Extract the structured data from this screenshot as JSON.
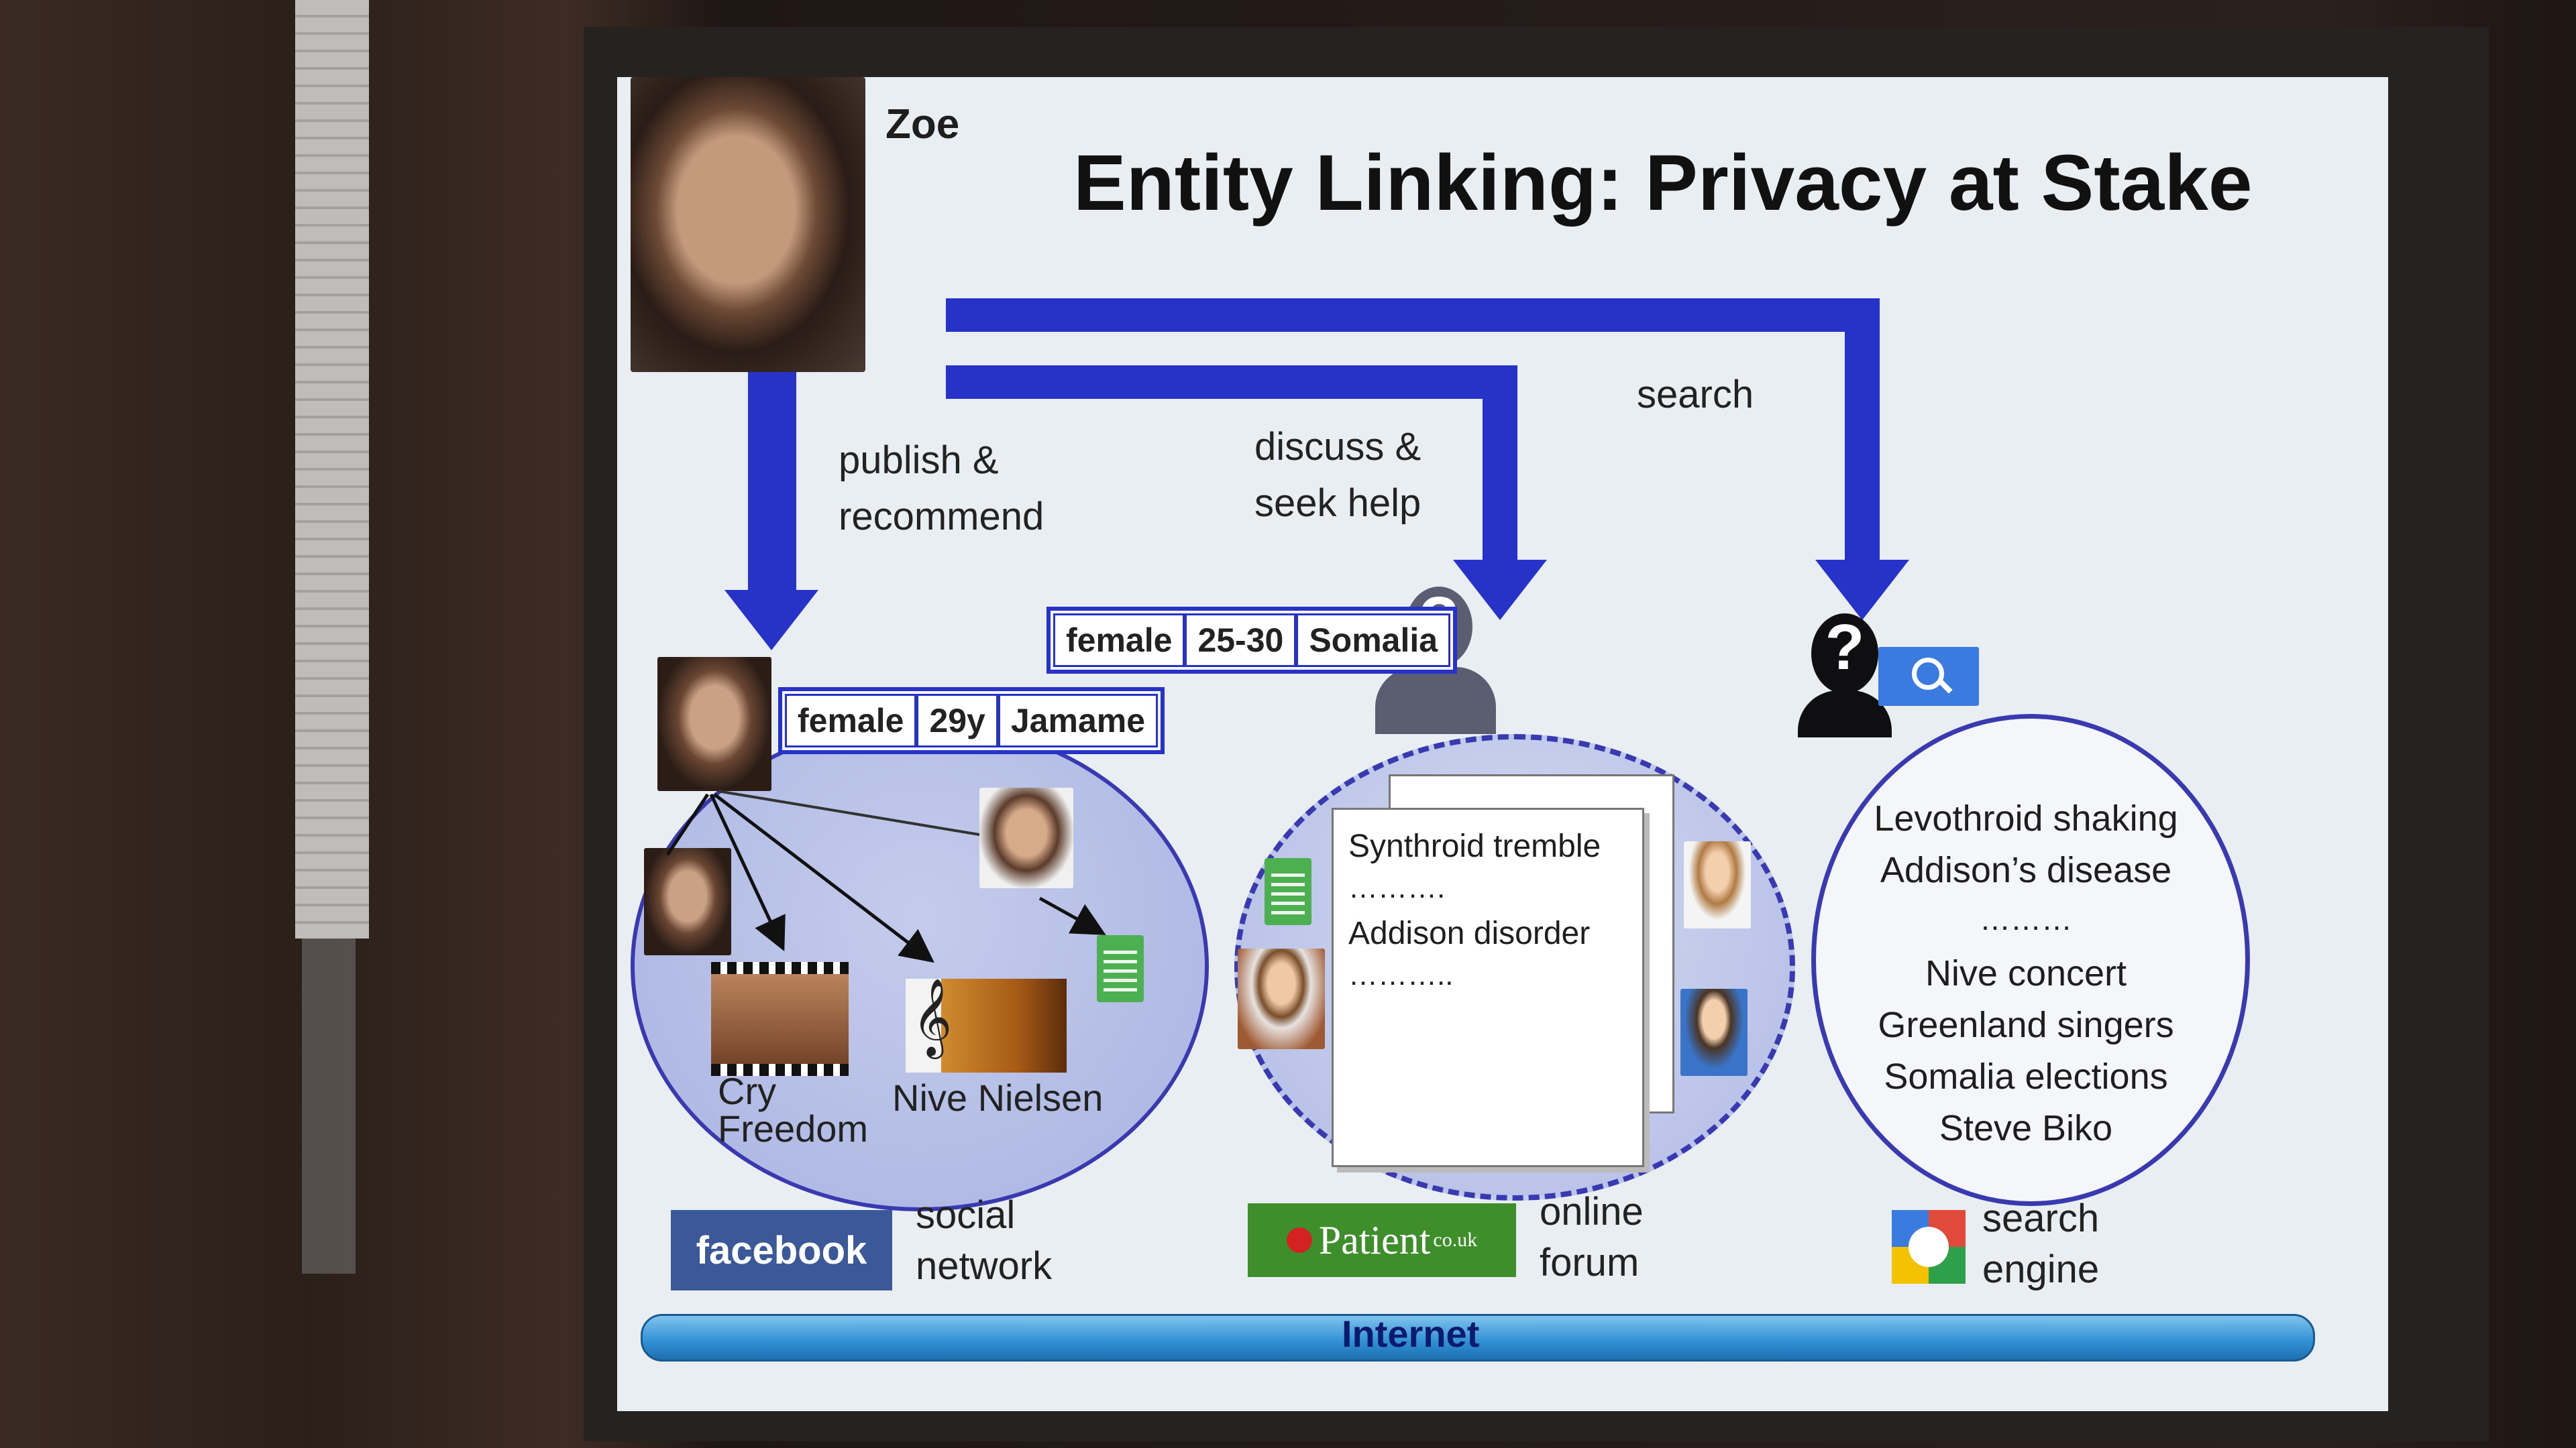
{
  "slide": {
    "title": "Entity Linking: Privacy at Stake",
    "person_name": "Zoe",
    "flows": {
      "publish": "publish &\nrecommend",
      "discuss": "discuss &\nseek help",
      "search": "search"
    },
    "social": {
      "tags": [
        "female",
        "29y",
        "Jamame"
      ],
      "items": [
        "Cry\nFreedom",
        "Nive Nielsen"
      ],
      "brand": "facebook",
      "caption": "social\nnetwork"
    },
    "forum": {
      "tags": [
        "female",
        "25-30",
        "Somalia"
      ],
      "unknown_mark": "?",
      "post_lines": [
        "Synthroid tremble",
        "……….",
        "Addison disorder",
        "……….."
      ],
      "brand": "Patient",
      "brand_suffix": "co.uk",
      "caption": "online\nforum"
    },
    "search_engine": {
      "unknown_mark": "?",
      "queries": [
        "Levothroid shaking",
        "Addison’s disease",
        "………",
        "Nive concert",
        "Greenland singers",
        "Somalia elections",
        "Steve Biko"
      ],
      "caption": "search\nengine"
    },
    "internet_label": "Internet",
    "colors": {
      "arrow": "#2733c8",
      "facebook": "#3b5998",
      "patient": "#3e8e2b",
      "search_button": "#3b7be0",
      "internet_bar": "#2f8fd3"
    }
  }
}
